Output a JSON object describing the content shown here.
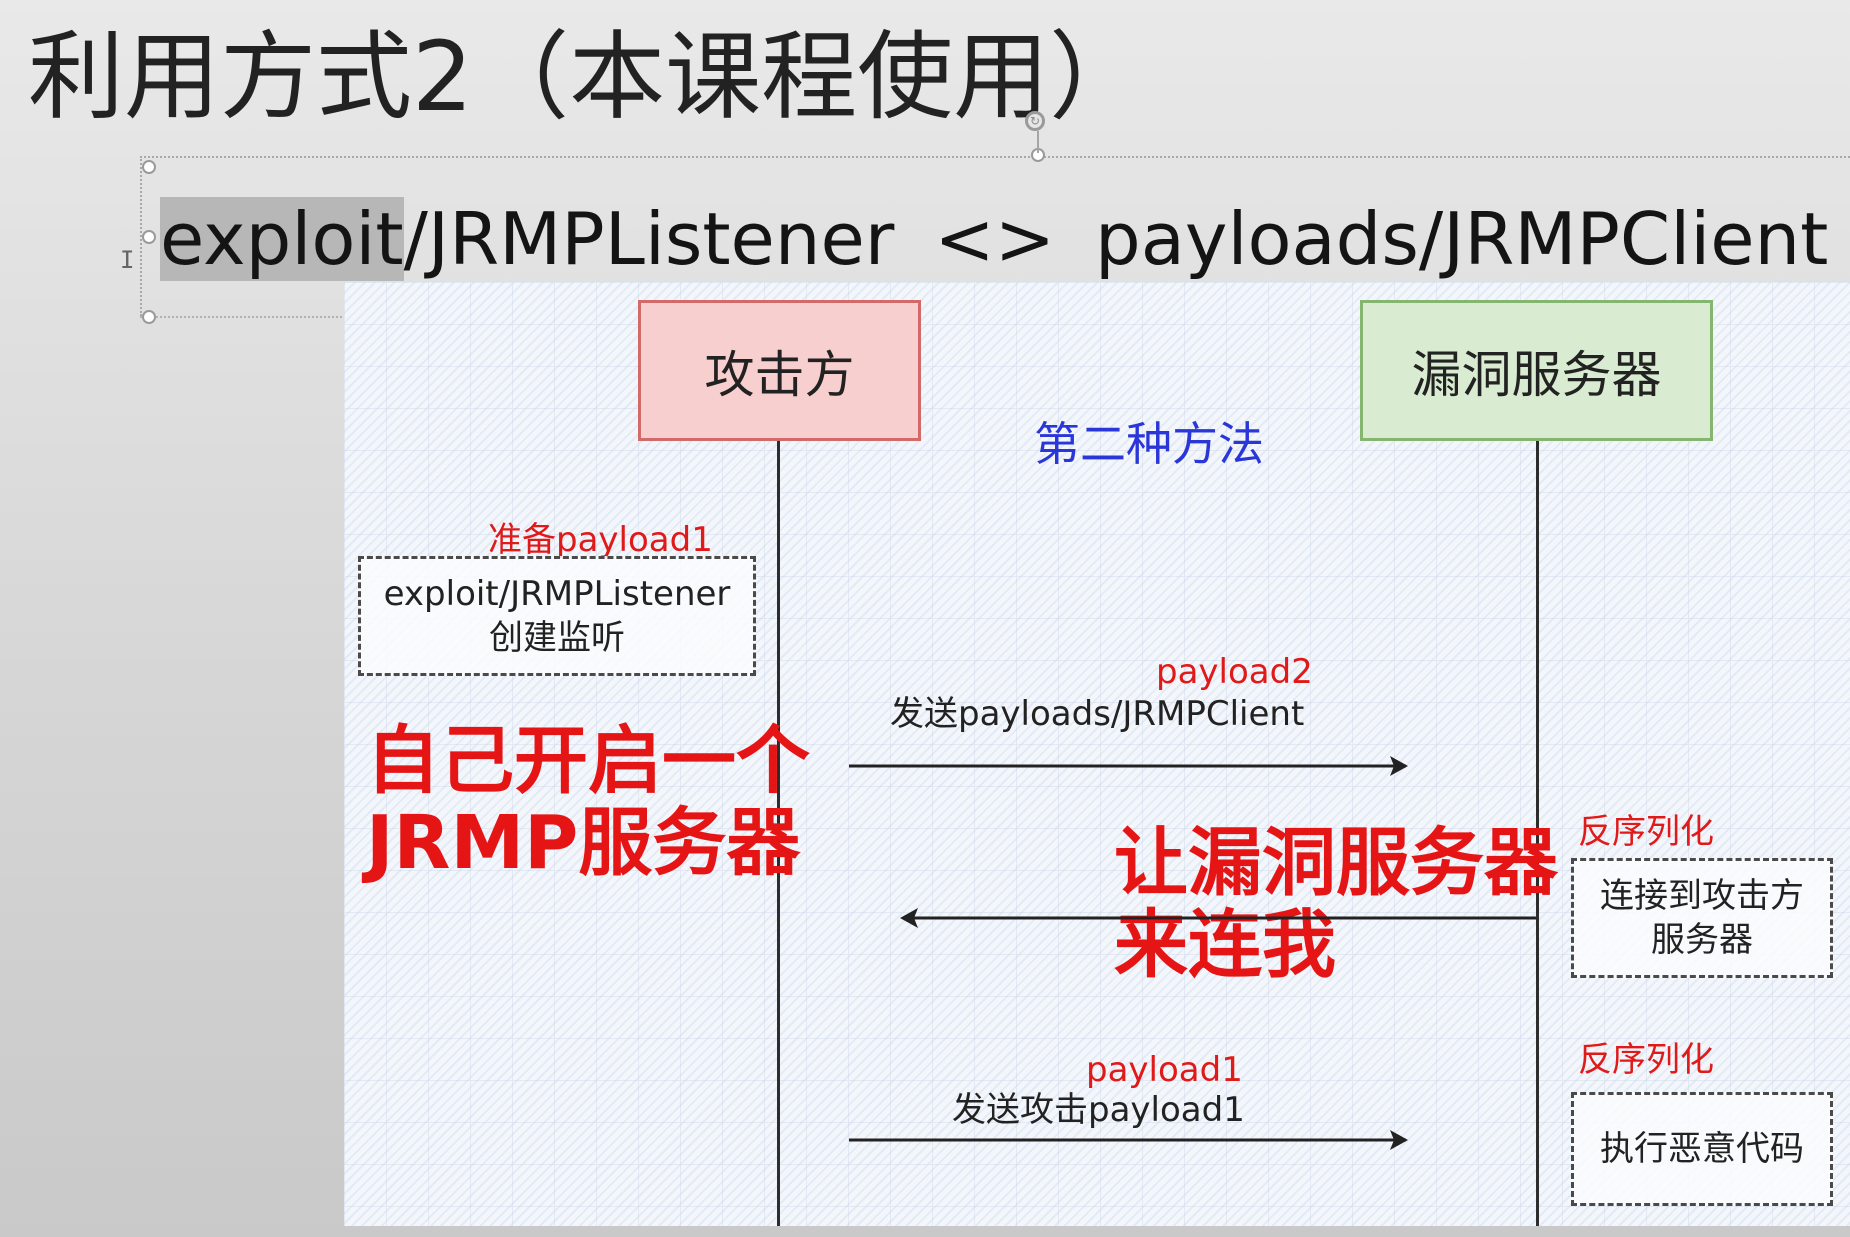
{
  "slide": {
    "title": "利用方式2（本课程使用）",
    "subtitle": {
      "left_highlighted": "exploit",
      "left_rest": "/JRMPListener",
      "symbol": "<>",
      "right": "payloads/JRMPClient"
    }
  },
  "diagram": {
    "actors": {
      "attacker": "攻击方",
      "server": "漏洞服务器"
    },
    "method_label": "第二种方法",
    "prepare_label": "准备payload1",
    "listener_note": [
      "exploit/JRMPListener",
      "创建监听"
    ],
    "big_label_left": [
      "自己开启一个",
      "JRMP服务器"
    ],
    "big_label_right": [
      "让漏洞服务器",
      "来连我"
    ],
    "message_1": {
      "tag": "payload2",
      "text": "发送payloads/JRMPClient"
    },
    "message_3": {
      "tag": "payload1",
      "text": "发送攻击payload1"
    },
    "deserialize_label_1": "反序列化",
    "connect_note": [
      "连接到攻击方",
      "服务器"
    ],
    "deserialize_label_2": "反序列化",
    "exec_note": "执行恶意代码"
  }
}
